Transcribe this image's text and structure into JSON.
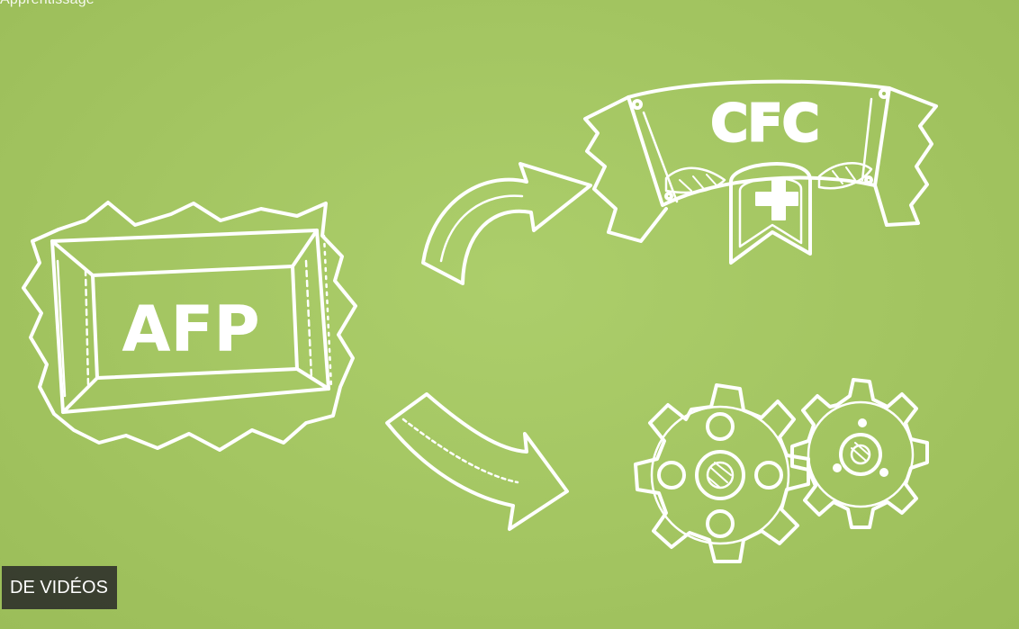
{
  "video": {
    "title": "Apprentissage",
    "channel_banner": "DE VIDÉOS"
  },
  "illustration": {
    "box_label": "AFP",
    "banner_label": "CFC"
  },
  "colors": {
    "background": "#a6c864",
    "chalk": "#ffffff",
    "overlay": "#2b2b2b"
  },
  "icons": [
    "afp-box-icon",
    "arrow-up-right-icon",
    "arrow-down-right-icon",
    "cfc-banner-icon",
    "shield-cross-icon",
    "gears-icon"
  ]
}
